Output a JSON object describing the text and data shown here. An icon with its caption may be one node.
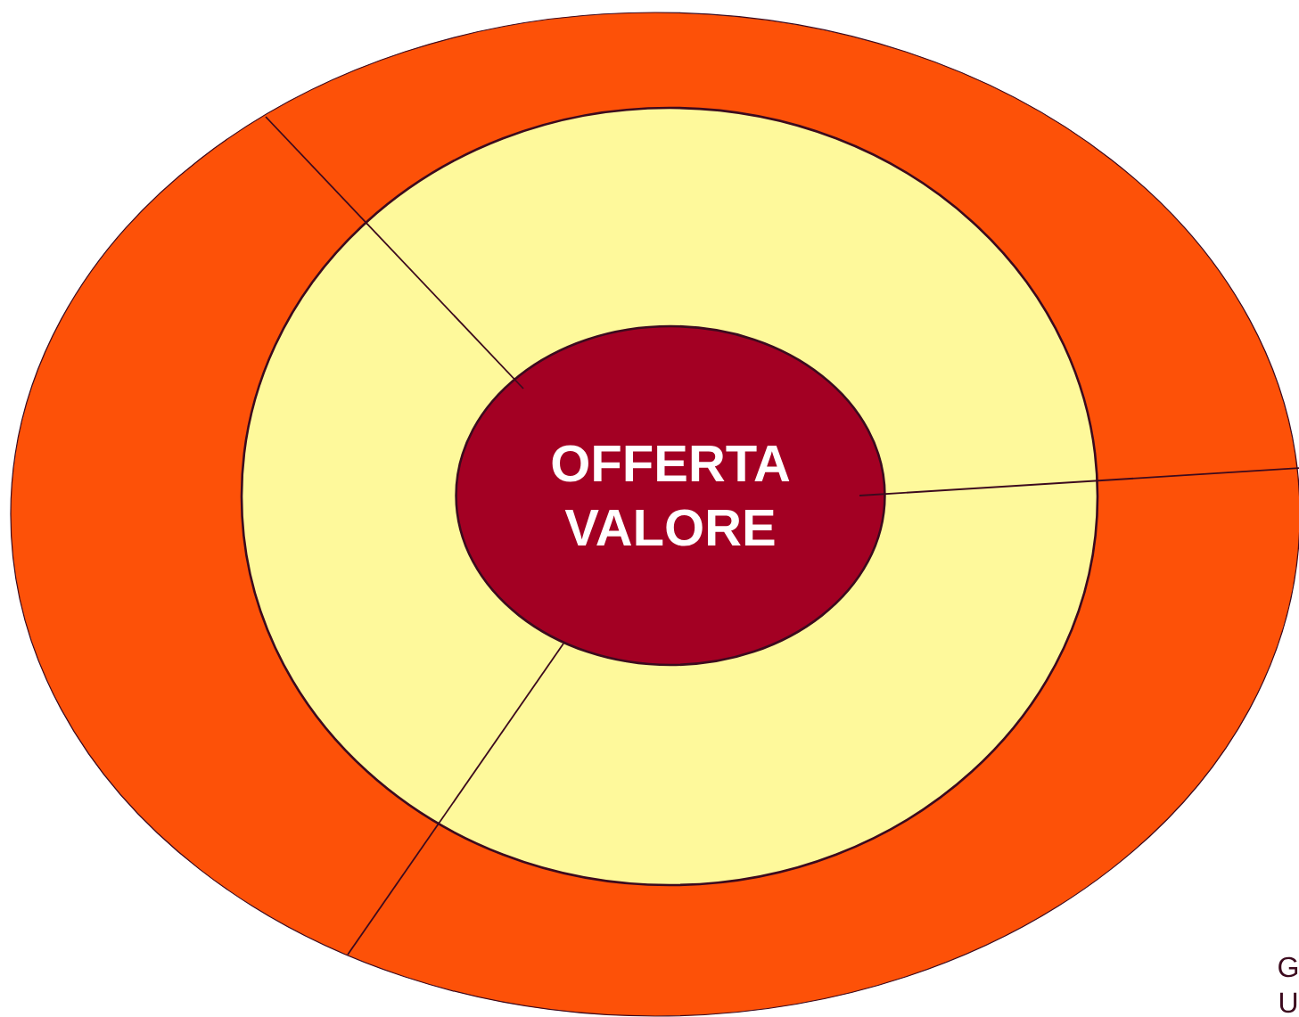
{
  "diagram": {
    "nodes": [
      {
        "text": [],
        "shape": "circle"
      },
      {
        "text": [],
        "shape": "circle",
        "in": 0
      },
      {
        "text": [
          "OFFERTA VALORE"
        ],
        "in": 1
      }
    ],
    "labels": [
      "G",
      "U"
    ]
  }
}
